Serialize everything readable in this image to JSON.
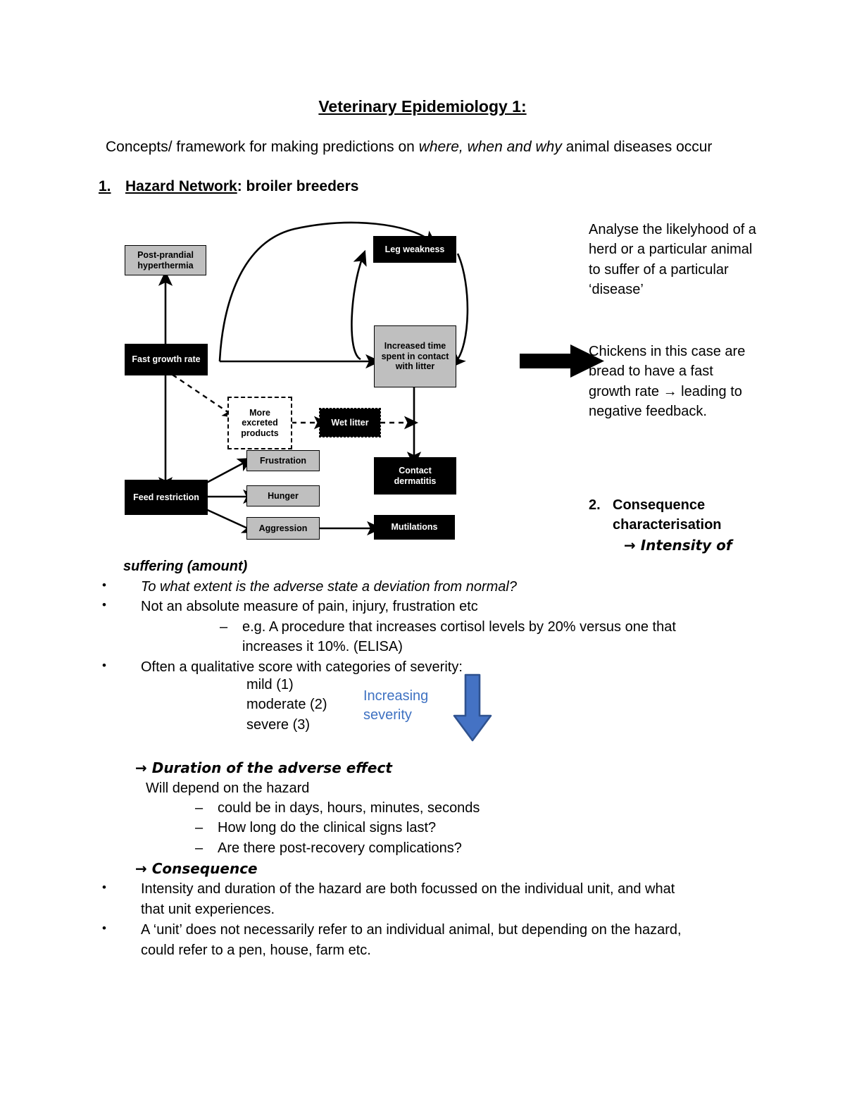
{
  "document": {
    "title": "Veterinary Epidemiology 1:",
    "subtitle_pre": "Concepts/ framework for making predictions on ",
    "subtitle_italic": "where, when and why",
    "subtitle_post": " animal diseases occur"
  },
  "section_1": {
    "number": "1.",
    "heading_underlined": "Hazard Network",
    "heading_rest": ": broiler breeders"
  },
  "diagram": {
    "name": "hazard-network-broiler-breeders",
    "nodes": [
      {
        "id": "post-prandial-hyperthermia",
        "label": "Post-prandial hyperthermia",
        "style": "gray"
      },
      {
        "id": "leg-weakness",
        "label": "Leg weakness",
        "style": "black"
      },
      {
        "id": "fast-growth-rate",
        "label": "Fast growth rate",
        "style": "black"
      },
      {
        "id": "increased-time-spent-in-contact-with-litter",
        "label": "Increased time spent in contact with litter",
        "style": "gray"
      },
      {
        "id": "more-excreted-products",
        "label": "More excreted products",
        "style": "dashed-white"
      },
      {
        "id": "wet-litter",
        "label": "Wet litter",
        "style": "dashed-black"
      },
      {
        "id": "contact-dermatitis",
        "label": "Contact dermatitis",
        "style": "black"
      },
      {
        "id": "feed-restriction",
        "label": "Feed restriction",
        "style": "black"
      },
      {
        "id": "frustration",
        "label": "Frustration",
        "style": "gray"
      },
      {
        "id": "hunger",
        "label": "Hunger",
        "style": "gray"
      },
      {
        "id": "aggression",
        "label": "Aggression",
        "style": "gray"
      },
      {
        "id": "mutilations",
        "label": "Mutilations",
        "style": "black"
      }
    ]
  },
  "right_column": {
    "analyse_text": "Analyse the likelyhood of a herd or a particular animal to suffer of a particular ‘disease’",
    "chickens_text": "Chickens in this case are bread to have a fast growth rate → leading to negative feedback."
  },
  "section_2": {
    "number": "2.",
    "line_1": "Consequence",
    "line_2": "characterisation",
    "line_3": "→ Intensity of"
  },
  "body": {
    "suffering_amount": "suffering (amount)",
    "bullet_1": "To what extent is the adverse state a deviation from normal?",
    "bullet_2": "Not an absolute measure of pain, injury, frustration etc",
    "dash_1_l1": "e.g. A procedure that increases cortisol levels by 20% versus one that",
    "dash_1_l2": "increases it 10%. (ELISA)",
    "bullet_3": "Often a qualitative score with categories of severity:",
    "severity_levels": [
      "mild (1)",
      "moderate (2)",
      "severe (3)"
    ],
    "increasing_severity": "Increasing severity",
    "duration_heading": "→ Duration of the adverse effect",
    "duration_sub": "Will depend on the hazard",
    "duration_dashes": [
      "could be in days, hours, minutes, seconds",
      "How long do the clinical signs last?",
      "Are there post-recovery complications?"
    ],
    "consequence_heading": "→ Consequence",
    "bullet_4_l1": "Intensity and duration of the hazard are both focussed on the individual unit, and what",
    "bullet_4_l2": "that unit experiences.",
    "bullet_5_l1": "A ‘unit’ does not necessarily refer to an individual animal, but depending on the hazard,",
    "bullet_5_l2": "could refer to a pen, house, farm etc.",
    "bullet_char": "•",
    "dash_char": "–"
  },
  "colors": {
    "node_gray": "#bfbfbf",
    "node_black": "#000000",
    "blue_arrow": "#4472c4",
    "blue_arrow_outline": "#2f528f",
    "blue_text": "#3f72c2",
    "page_background": "#ffffff"
  }
}
